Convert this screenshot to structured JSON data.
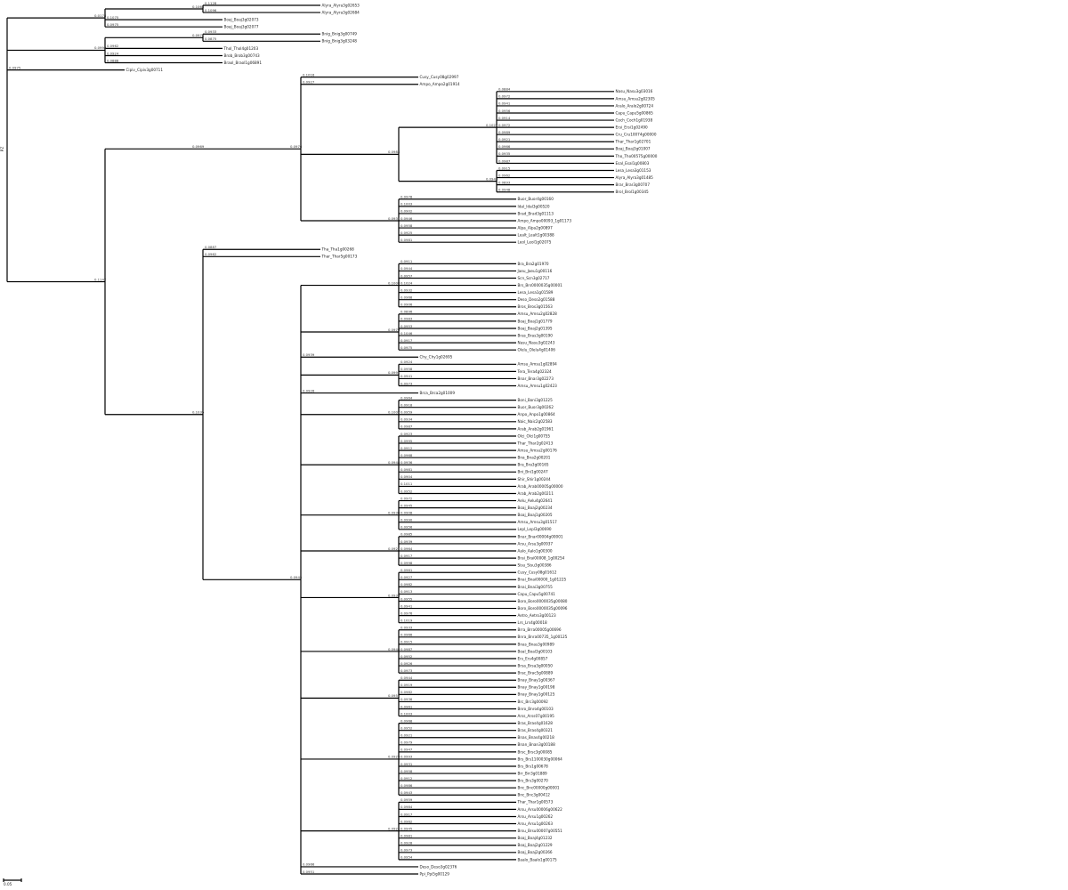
{
  "root": {
    "label": "PZ",
    "color": "#000000"
  },
  "scale_bar": {
    "label": "0.05"
  },
  "tree": [
    [
      "0.0178",
      [
        [
          "0.1064",
          [
            [
              "0.1128",
              "Alyra_Alyra3g02653"
            ],
            [
              "0.1096",
              "Alyra_Alyra3g02684"
            ]
          ]
        ],
        [
          "0.1075",
          "Boaj_Boaj3g02073"
        ],
        [
          "0.0975",
          "Boaj_Boaj3g02077"
        ]
      ]
    ],
    [
      "0.0998",
      [
        [
          "0.0971",
          [
            [
              "0.0933",
              "Bnig_Bnig3g00749"
            ],
            [
              "0.0875",
              "Bnig_Bnig3g03248"
            ]
          ]
        ],
        [
          "0.0962",
          "Thol_Thol4g01203"
        ],
        [
          "0.0924",
          "Brob_Brob3g00743"
        ],
        [
          "0.0888",
          "Braol_Braol1g06891"
        ]
      ]
    ],
    [
      "0.0975",
      "Cipiv_Cipiv3g00711"
    ],
    [
      "0.1142",
      [
        [
          "0.0969",
          [
            [
              "0.0976",
              [
                [
                  "0.1016",
                  "Cusy_Cusy08g02997"
                ],
                [
                  "0.0927",
                  "Ampo_Ampo2g01914"
                ],
                [
                  "0.0984",
                  [
                    [
                      "0.1027",
                      [
                        [
                          "0.0884",
                          "Nasu_Nasu3g03016"
                        ],
                        [
                          "0.0972",
                          "Amsu_Amsu2g02305"
                        ],
                        [
                          "0.0941",
                          "Aralo_Aralo2g00724"
                        ],
                        [
                          "0.0956",
                          "Capu_Capu5g00865"
                        ],
                        [
                          "0.0914",
                          "Coch_Coch1g01938"
                        ],
                        [
                          "0.0972",
                          "Ersi_Ersi1g02490"
                        ],
                        [
                          "0.0989",
                          "Cru_Cru10074g00000"
                        ],
                        [
                          "0.0921",
                          "Thar_Thar1g02701"
                        ],
                        [
                          "0.0966",
                          "Boaj_Boaj3g01007"
                        ],
                        [
                          "0.0935",
                          "Tho_Tho00575g00000"
                        ],
                        [
                          "0.0987",
                          "Esal_Esal1g00803"
                        ]
                      ]
                    ],
                    [
                      "0.0943",
                      [
                        [
                          "0.0915",
                          "Lesa_Lesa3g01153"
                        ],
                        [
                          "0.0962",
                          "Alyra_Alyra3g01485"
                        ],
                        [
                          "0.0893",
                          "Brar_Brar3g00707"
                        ],
                        [
                          "0.0948",
                          "Brol_Brol1g00345"
                        ]
                      ]
                    ]
                  ]
                ],
                [
                  "0.0931",
                  [
                    [
                      "0.0978",
                      "Buor_Buor4g00160"
                    ],
                    [
                      "0.1003",
                      "Idal_Idal3g00520"
                    ],
                    [
                      "0.0902",
                      "Brad_Brad3g01113"
                    ],
                    [
                      "0.0946",
                      "Ampo_Ampo00093_1g01173"
                    ],
                    [
                      "0.0958",
                      "Alpa_Alpa2g00897"
                    ],
                    [
                      "0.0925",
                      "Lealt_Lealt1g00388"
                    ],
                    [
                      "0.0981",
                      "Leol_Leol1g02075"
                    ]
                  ]
                ]
              ]
            ]
          ]
        ],
        [
          "0.1035",
          [
            [
              "0.0887",
              "Tha_Tha1g00268"
            ],
            [
              "0.0962",
              "Thar_Thar5g00173"
            ],
            [
              "0.0945",
              [
                [
                  "0.1008",
                  [
                    [
                      "0.0911",
                      "Bra_Bra2g01970"
                    ],
                    [
                      "0.0944",
                      "Jaeu_Jaeu1g00116"
                    ],
                    [
                      "0.0957",
                      "Scn_Scn3g02717"
                    ],
                    [
                      "0.1024",
                      "Brs_Brs0000035g00001"
                    ],
                    [
                      "0.0932",
                      "Lesa_Lesa1g01589"
                    ],
                    [
                      "0.0968",
                      "Deso_Deso2g01588"
                    ],
                    [
                      "0.0906",
                      "Bros_Bros3g01563"
                    ]
                  ]
                ],
                [
                  "0.0979",
                  [
                    [
                      "0.0896",
                      "Amsu_Amsu2g02828"
                    ],
                    [
                      "0.0983",
                      "Boaj_Boaj1g01779"
                    ],
                    [
                      "0.0953",
                      "Boaj_Boaj2g01395"
                    ],
                    [
                      "0.1046",
                      "Bras_Bras3g00190"
                    ],
                    [
                      "0.0917",
                      "Nasu_Nasu3g02243"
                    ],
                    [
                      "0.0975",
                      "Olelu_Olelu4g01406"
                    ]
                  ]
                ],
                [
                  "0.0939",
                  "Chy_Chy1g02695"
                ],
                [
                  "0.0991",
                  [
                    [
                      "0.0924",
                      "Amsu_Amsu1g02894"
                    ],
                    [
                      "0.0958",
                      "Tera_Tera4g02324"
                    ],
                    [
                      "0.0941",
                      "Bnar_Bnar3g02273"
                    ],
                    [
                      "0.0973",
                      "Amsu_Amsu1g02423"
                    ]
                  ]
                ],
                [
                  "0.0926",
                  "Brca_Brca2g01009"
                ],
                [
                  "0.1007",
                  [
                    [
                      "0.0964",
                      "Boni_Boni3g01225"
                    ],
                    [
                      "0.0918",
                      "Buor_Buor3g00262"
                    ],
                    [
                      "0.0959",
                      "Anpo_Anpo1g00864"
                    ],
                    [
                      "0.0934",
                      "Naic_Naic2g02583"
                    ],
                    [
                      "0.0987",
                      "Arab_Arab2g01961"
                    ]
                  ]
                ],
                [
                  "0.0948",
                  [
                    [
                      "0.0923",
                      "Olci_Olci1g00755"
                    ],
                    [
                      "0.0995",
                      "Thar_Thar2g02413"
                    ],
                    [
                      "0.0912",
                      "Amsu_Amsu2g00176"
                    ],
                    [
                      "0.0968",
                      "Bna_Bna2g00201"
                    ],
                    [
                      "0.0936",
                      "Bra_Bra3g00165"
                    ],
                    [
                      "0.0981",
                      "Bni_Bni1g00247"
                    ],
                    [
                      "0.0904",
                      "Shir_Shir1g00244"
                    ],
                    [
                      "0.1011",
                      "Arab_Arab00005g00000"
                    ],
                    [
                      "0.0952",
                      "Arab_Arab2g00211"
                    ]
                  ]
                ],
                [
                  "0.0930",
                  [
                    [
                      "0.0972",
                      "Aelu_Aelu4g02641"
                    ],
                    [
                      "0.0945",
                      "Boaj_Boaj2g00234"
                    ],
                    [
                      "0.0908",
                      "Boaj_Boaj1g00205"
                    ],
                    [
                      "0.0990",
                      "Amsu_Amsu3g01517"
                    ],
                    [
                      "0.0956",
                      "Lepl_Lepl3g00690"
                    ]
                  ]
                ],
                [
                  "0.0921",
                  [
                    [
                      "0.0985",
                      "Bnar_Bnar00004g00001"
                    ],
                    [
                      "0.0939",
                      "Arsu_Arsu3g00937"
                    ],
                    [
                      "0.0964",
                      "Aalo_Aalo1g00300"
                    ],
                    [
                      "0.0917",
                      "Brai_Brai00008_1g00254"
                    ],
                    [
                      "0.0998",
                      "Sisu_Sisu3g00386"
                    ]
                  ]
                ],
                [
                  "0.0935",
                  [
                    [
                      "0.0961",
                      "Cusy_Cusy08g01612"
                    ],
                    [
                      "0.0927",
                      "Bnai_Bnai00000_1g01225"
                    ],
                    [
                      "0.0982",
                      "Bnai_Bnai3g00755"
                    ],
                    [
                      "0.0913",
                      "Capu_Capu5g00741"
                    ],
                    [
                      "0.0955",
                      "Boro_Boro0000035g00080"
                    ],
                    [
                      "0.0941",
                      "Boro_Boro0000035g00096"
                    ],
                    [
                      "0.0976",
                      "Aetro_Aetro3g00123"
                    ],
                    [
                      "0.1019",
                      "Lrs_Lrs4g00018"
                    ]
                  ]
                ],
                [
                  "0.0948",
                  [
                    [
                      "0.0933",
                      "Brra_Brra00005g00696"
                    ],
                    [
                      "0.0966",
                      "Bnra_Bnra00735_1g00125"
                    ],
                    [
                      "0.0915",
                      "Bnas_Bnas3g00989"
                    ],
                    [
                      "0.0987",
                      "Boal_Boal3g00103"
                    ],
                    [
                      "0.0952",
                      "Ers_Ers4g00857"
                    ],
                    [
                      "0.0926",
                      "Brsa_Brsa3g00050"
                    ],
                    [
                      "0.0973",
                      "Brac_Brac5g00889"
                    ]
                  ]
                ],
                [
                  "0.0957",
                  [
                    [
                      "0.0944",
                      "Bnay_Bnay1g00367"
                    ],
                    [
                      "0.0919",
                      "Bnay_Bnay1g00198"
                    ],
                    [
                      "0.0982",
                      "Bnay_Bnay1g00125"
                    ],
                    [
                      "0.0936",
                      "Brc_Brc3g00092"
                    ],
                    [
                      "0.0961",
                      "Bnro_Bnro4g00103"
                    ],
                    [
                      "0.1003",
                      "Arss_Arss07g00195"
                    ]
                  ]
                ],
                [
                  "0.0929",
                  [
                    [
                      "0.0968",
                      "Bras_Bras4g01628"
                    ],
                    [
                      "0.0952",
                      "Bras_Bras4g00321"
                    ],
                    [
                      "0.0921",
                      "Bnas_Bnas4g00218"
                    ],
                    [
                      "0.0979",
                      "Bnan_Bnan3g00188"
                    ],
                    [
                      "0.0947",
                      "Brsc_Brsc3g00085"
                    ],
                    [
                      "0.0993",
                      "Brs_Brs1100030g00064"
                    ],
                    [
                      "0.0931",
                      "Brs_Brs1g00678"
                    ],
                    [
                      "0.0958",
                      "Brr_Brr3g01889"
                    ],
                    [
                      "0.0912",
                      "Brs_Brs3g00270"
                    ],
                    [
                      "0.0986",
                      "Bnc_Bnc00000g00001"
                    ],
                    [
                      "0.0943",
                      "Bnc_Bnc3g00412"
                    ]
                  ]
                ],
                [
                  "0.0924",
                  [
                    [
                      "0.0959",
                      "Thar_Thar1g00573"
                    ],
                    [
                      "0.0984",
                      "Arsu_Arsu00006g00622"
                    ],
                    [
                      "0.0917",
                      "Arsu_Arsu1g00262"
                    ],
                    [
                      "0.0962",
                      "Arsu_Arsu1g00263"
                    ],
                    [
                      "0.0945",
                      "Brsu_Brsu00007g00551"
                    ],
                    [
                      "0.0981",
                      "Boaj_Boaj4g01232"
                    ],
                    [
                      "0.0928",
                      "Boaj_Boaj2g01229"
                    ],
                    [
                      "0.0973",
                      "Boaj_Boaj2g00266"
                    ],
                    [
                      "0.0954",
                      "Baalo_Baalo1g00175"
                    ]
                  ]
                ],
                [
                  "0.0966",
                  "Deso_Deso3g02376"
                ],
                [
                  "0.0951",
                  "Ppi_Ppi5g00129"
                ]
              ]
            ]
          ]
        ]
      ]
    ]
  ]
}
